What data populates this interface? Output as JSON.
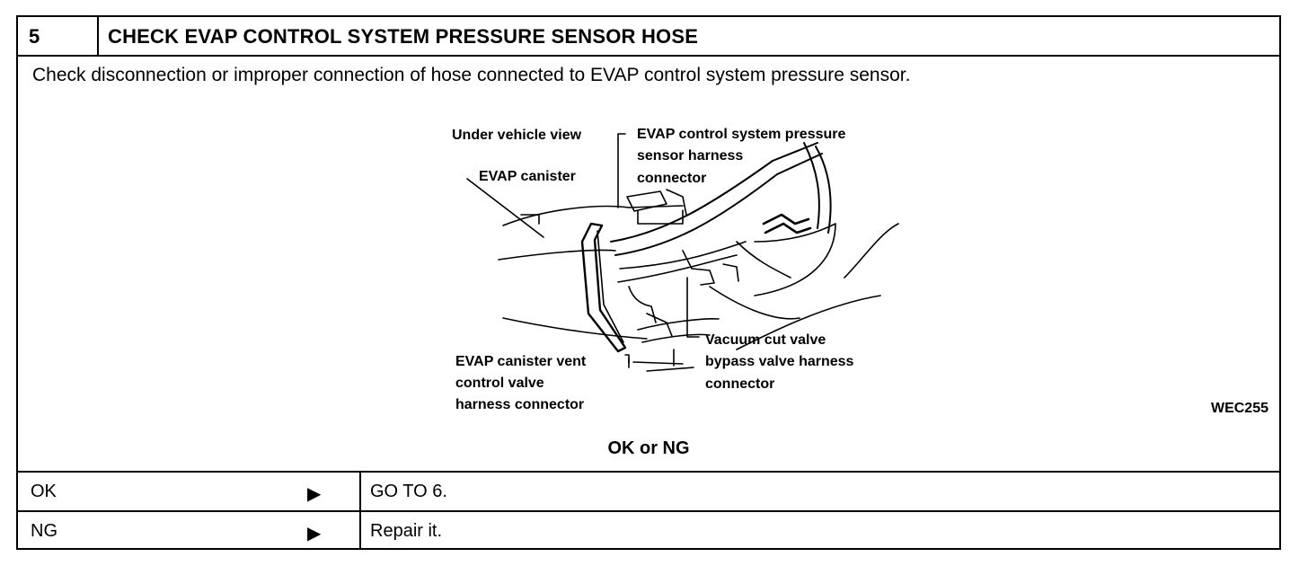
{
  "header": {
    "step": "5",
    "title": "CHECK EVAP CONTROL SYSTEM PRESSURE SENSOR HOSE"
  },
  "instruction": "Check disconnection or improper connection of hose connected to EVAP control system pressure sensor.",
  "figure": {
    "code": "WEC255",
    "labels": {
      "under_view": "Under vehicle view",
      "canister": "EVAP canister",
      "sensor_l1": "EVAP control system pressure",
      "sensor_l2": "sensor harness",
      "sensor_l3": "connector",
      "vent_l1": "EVAP canister vent",
      "vent_l2": "control valve",
      "vent_l3": "harness connector",
      "vacuum_l1": "Vacuum cut valve",
      "vacuum_l2": "bypass valve harness",
      "vacuum_l3": "connector"
    }
  },
  "result_heading": "OK or NG",
  "results": [
    {
      "condition": "OK",
      "arrow": "▶",
      "action": "GO TO 6."
    },
    {
      "condition": "NG",
      "arrow": "▶",
      "action": "Repair it."
    }
  ]
}
